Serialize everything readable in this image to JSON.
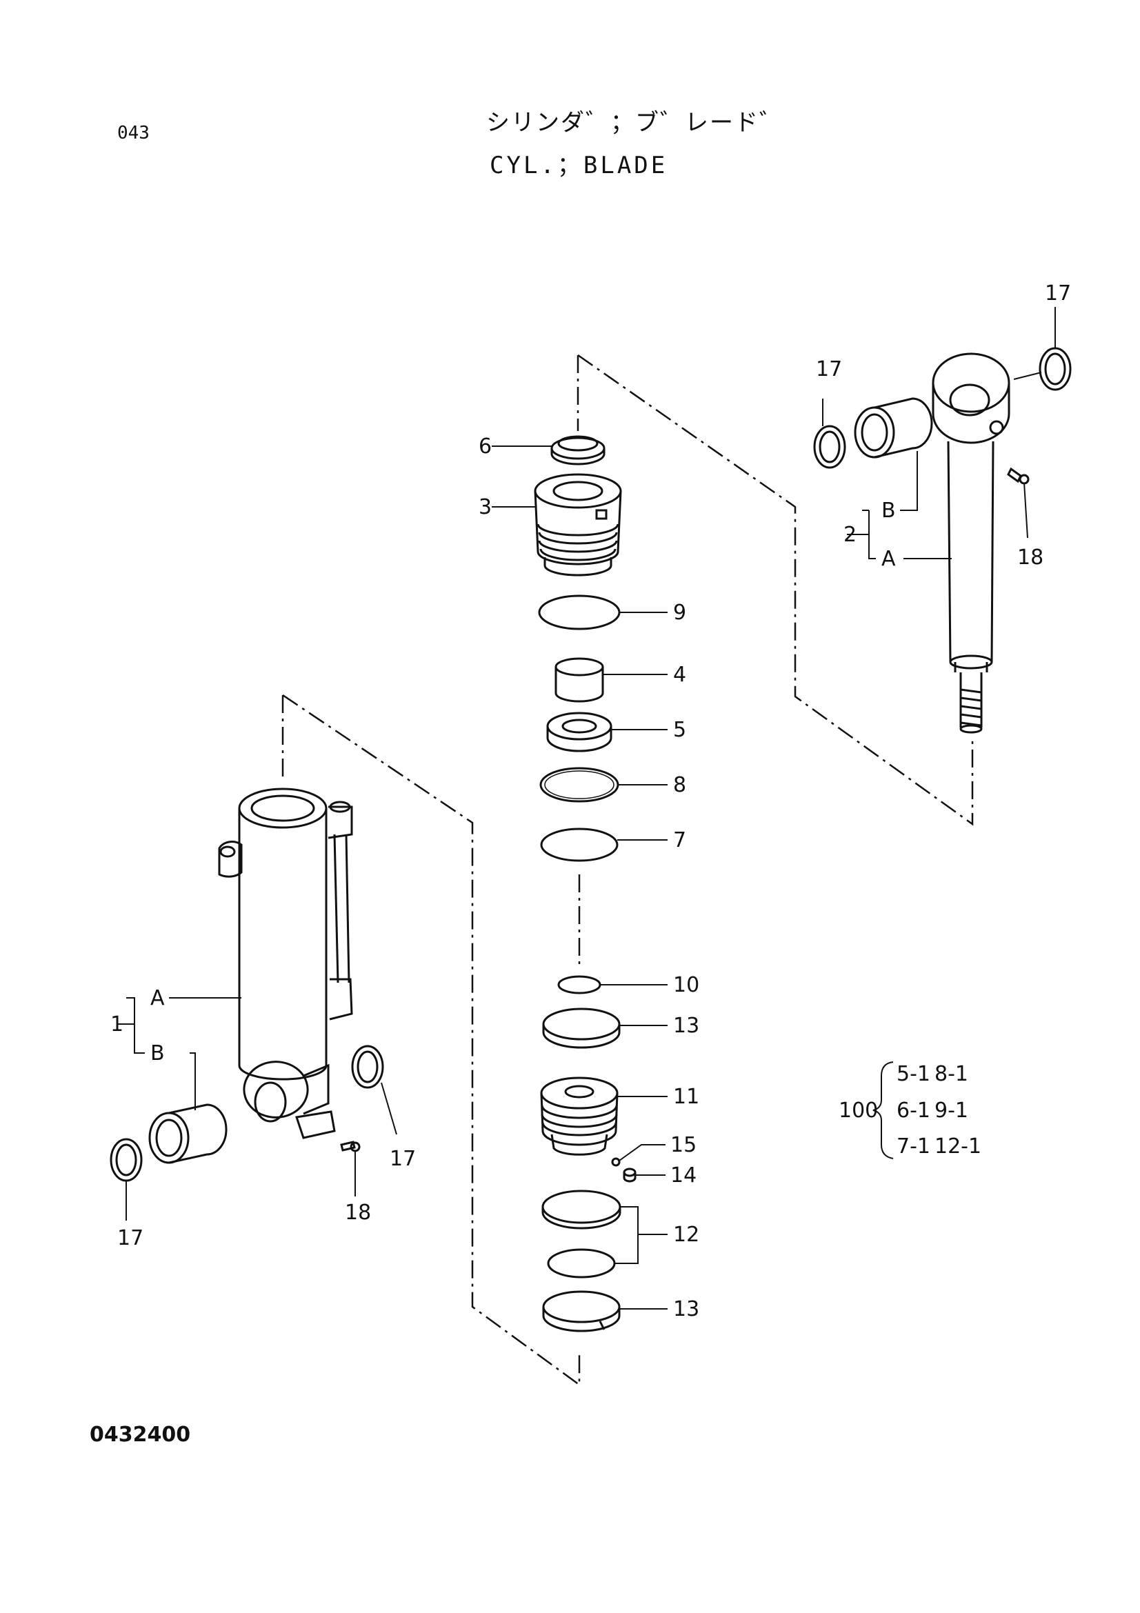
{
  "header": {
    "page_number": "043",
    "title_jp": "シリンダ゛；ブ゛レード゛",
    "title_en": "CYL.；BLADE"
  },
  "footer": {
    "drawing_number": "0432400"
  },
  "callouts": {
    "p1": "1",
    "p1a": "A",
    "p1b": "B",
    "p2": "2",
    "p2a": "A",
    "p2b": "B",
    "p3": "3",
    "p4": "4",
    "p5": "5",
    "p6": "6",
    "p7": "7",
    "p8": "8",
    "p9": "9",
    "p10": "10",
    "p11": "11",
    "p12": "12",
    "p13a": "13",
    "p13b": "13",
    "p14": "14",
    "p15": "15",
    "p17_rod_left": "17",
    "p17_rod_right": "17",
    "p17_tube_right": "17",
    "p17_tube_left": "17",
    "p18_rod": "18",
    "p18_tube": "18"
  },
  "seal_kit": {
    "number": "100",
    "rows": [
      [
        "5-1",
        "8-1"
      ],
      [
        "6-1",
        "9-1"
      ],
      [
        "7-1",
        "12-1"
      ]
    ]
  },
  "colors": {
    "ink": "#111111",
    "paper": "#ffffff"
  }
}
